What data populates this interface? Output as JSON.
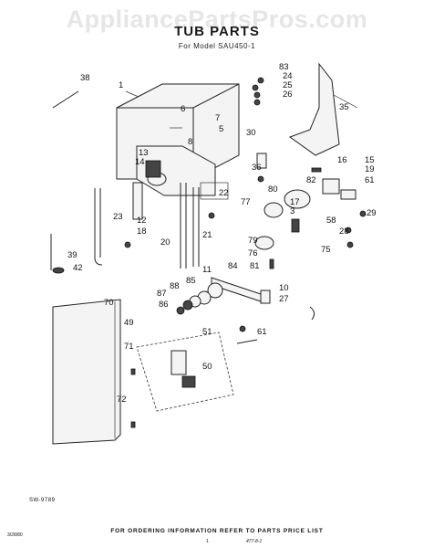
{
  "watermark": "AppliancePartsPros.com",
  "title": "TUB PARTS",
  "subtitle": "For Model SAU450-1",
  "drawing_code": "SW-9789",
  "footer_note": "FOR ORDERING INFORMATION REFER TO PARTS PRICE LIST",
  "date_code": "3/28/80",
  "page_number": "1",
  "revision_code": "477-8-1",
  "callouts": [
    {
      "id": "c1",
      "label": "1"
    },
    {
      "id": "c3",
      "label": "3"
    },
    {
      "id": "c5",
      "label": "5"
    },
    {
      "id": "c6",
      "label": "6"
    },
    {
      "id": "c7",
      "label": "7"
    },
    {
      "id": "c8",
      "label": "8"
    },
    {
      "id": "c10",
      "label": "10"
    },
    {
      "id": "c11",
      "label": "11"
    },
    {
      "id": "c12",
      "label": "12"
    },
    {
      "id": "c13",
      "label": "13"
    },
    {
      "id": "c14",
      "label": "14"
    },
    {
      "id": "c15",
      "label": "15"
    },
    {
      "id": "c16",
      "label": "16"
    },
    {
      "id": "c17",
      "label": "17"
    },
    {
      "id": "c18",
      "label": "18"
    },
    {
      "id": "c19",
      "label": "19"
    },
    {
      "id": "c20",
      "label": "20"
    },
    {
      "id": "c21",
      "label": "21"
    },
    {
      "id": "c22",
      "label": "22"
    },
    {
      "id": "c23",
      "label": "23"
    },
    {
      "id": "c24",
      "label": "24"
    },
    {
      "id": "c25",
      "label": "25"
    },
    {
      "id": "c26",
      "label": "26"
    },
    {
      "id": "c27",
      "label": "27"
    },
    {
      "id": "c28",
      "label": "28"
    },
    {
      "id": "c29",
      "label": "29"
    },
    {
      "id": "c30",
      "label": "30"
    },
    {
      "id": "c35",
      "label": "35"
    },
    {
      "id": "c36",
      "label": "36"
    },
    {
      "id": "c38",
      "label": "38"
    },
    {
      "id": "c39",
      "label": "39"
    },
    {
      "id": "c42",
      "label": "42"
    },
    {
      "id": "c49",
      "label": "49"
    },
    {
      "id": "c50",
      "label": "50"
    },
    {
      "id": "c51",
      "label": "51"
    },
    {
      "id": "c58",
      "label": "58"
    },
    {
      "id": "c61a",
      "label": "61"
    },
    {
      "id": "c61b",
      "label": "61"
    },
    {
      "id": "c70",
      "label": "70"
    },
    {
      "id": "c71",
      "label": "71"
    },
    {
      "id": "c72",
      "label": "72"
    },
    {
      "id": "c75",
      "label": "75"
    },
    {
      "id": "c76",
      "label": "76"
    },
    {
      "id": "c77",
      "label": "77"
    },
    {
      "id": "c79",
      "label": "79"
    },
    {
      "id": "c80",
      "label": "80"
    },
    {
      "id": "c81",
      "label": "81"
    },
    {
      "id": "c82",
      "label": "82"
    },
    {
      "id": "c83",
      "label": "83"
    },
    {
      "id": "c84",
      "label": "84"
    },
    {
      "id": "c85",
      "label": "85"
    },
    {
      "id": "c86",
      "label": "86"
    },
    {
      "id": "c87",
      "label": "87"
    },
    {
      "id": "c88",
      "label": "88"
    }
  ]
}
